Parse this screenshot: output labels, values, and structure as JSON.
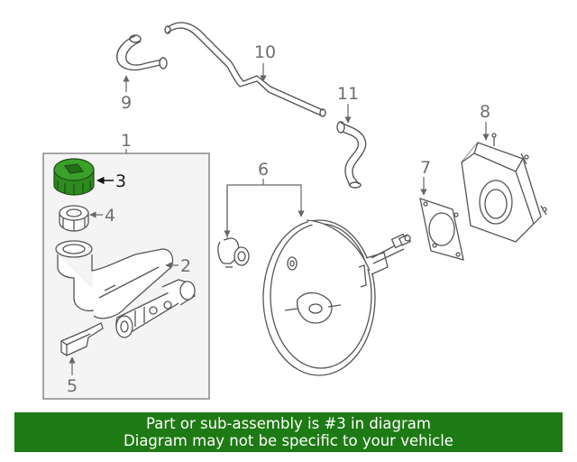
{
  "callouts": {
    "c1": "1",
    "c2": "2",
    "c3": "3",
    "c4": "4",
    "c5": "5",
    "c6": "6",
    "c7": "7",
    "c8": "8",
    "c9": "9",
    "c10": "10",
    "c11": "11"
  },
  "highlighted_part": "3",
  "colors": {
    "highlight": "#2e8b1f",
    "banner": "#1e7a14",
    "line": "#555555"
  },
  "banner": {
    "line1": "Part or sub-assembly is #3 in diagram",
    "line2": "Diagram may not be specific to your vehicle"
  }
}
